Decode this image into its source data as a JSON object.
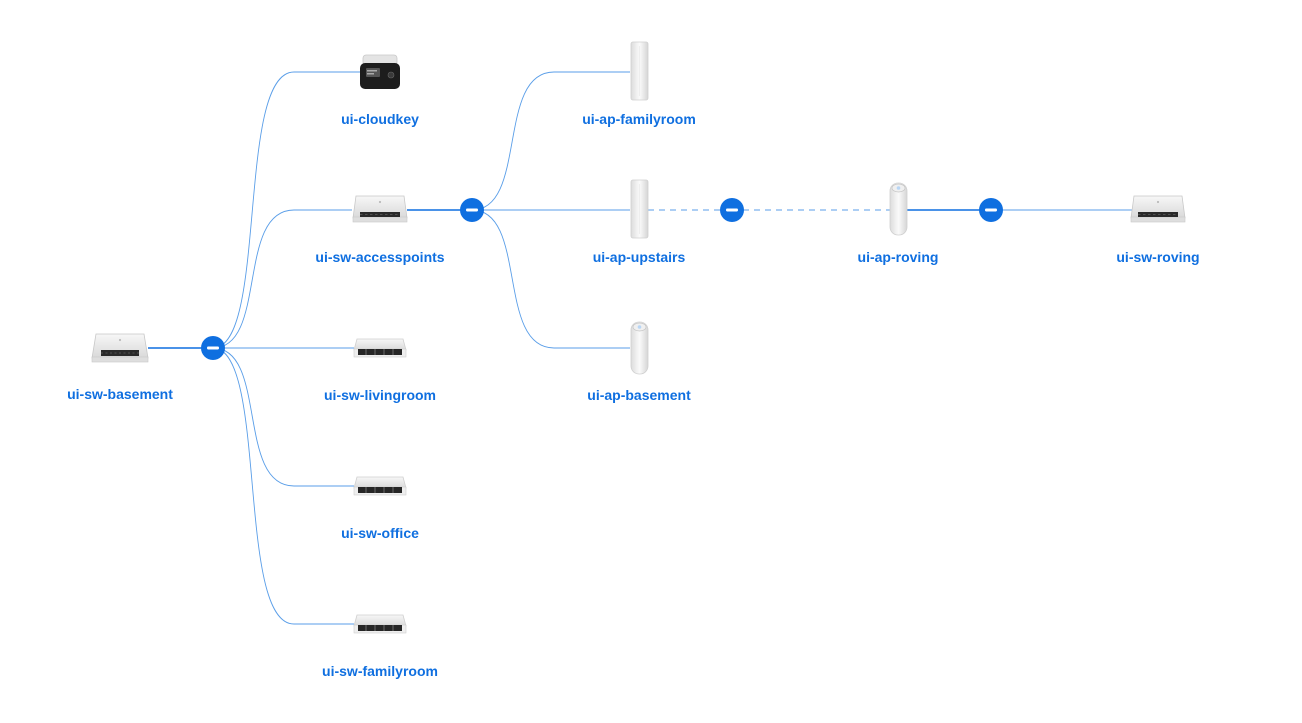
{
  "colors": {
    "accent": "#0f6fe0",
    "link": "#5a9ee8",
    "device_body": "#e9e9e9",
    "device_dark": "#222222"
  },
  "nodes": {
    "sw_basement": {
      "label": "ui-sw-basement",
      "icon": "switch-16-icon"
    },
    "cloudkey": {
      "label": "ui-cloudkey",
      "icon": "cloudkey-icon"
    },
    "sw_accesspoints": {
      "label": "ui-sw-accesspoints",
      "icon": "switch-8-icon"
    },
    "sw_livingroom": {
      "label": "ui-sw-livingroom",
      "icon": "switch-5-icon"
    },
    "sw_office": {
      "label": "ui-sw-office",
      "icon": "switch-5-icon"
    },
    "sw_familyroom": {
      "label": "ui-sw-familyroom",
      "icon": "switch-5-icon"
    },
    "ap_familyroom": {
      "label": "ui-ap-familyroom",
      "icon": "access-point-tall-icon"
    },
    "ap_upstairs": {
      "label": "ui-ap-upstairs",
      "icon": "access-point-tall-icon"
    },
    "ap_basement": {
      "label": "ui-ap-basement",
      "icon": "access-point-round-icon"
    },
    "ap_roving": {
      "label": "ui-ap-roving",
      "icon": "access-point-round-icon"
    },
    "sw_roving": {
      "label": "ui-sw-roving",
      "icon": "switch-8-icon"
    }
  }
}
